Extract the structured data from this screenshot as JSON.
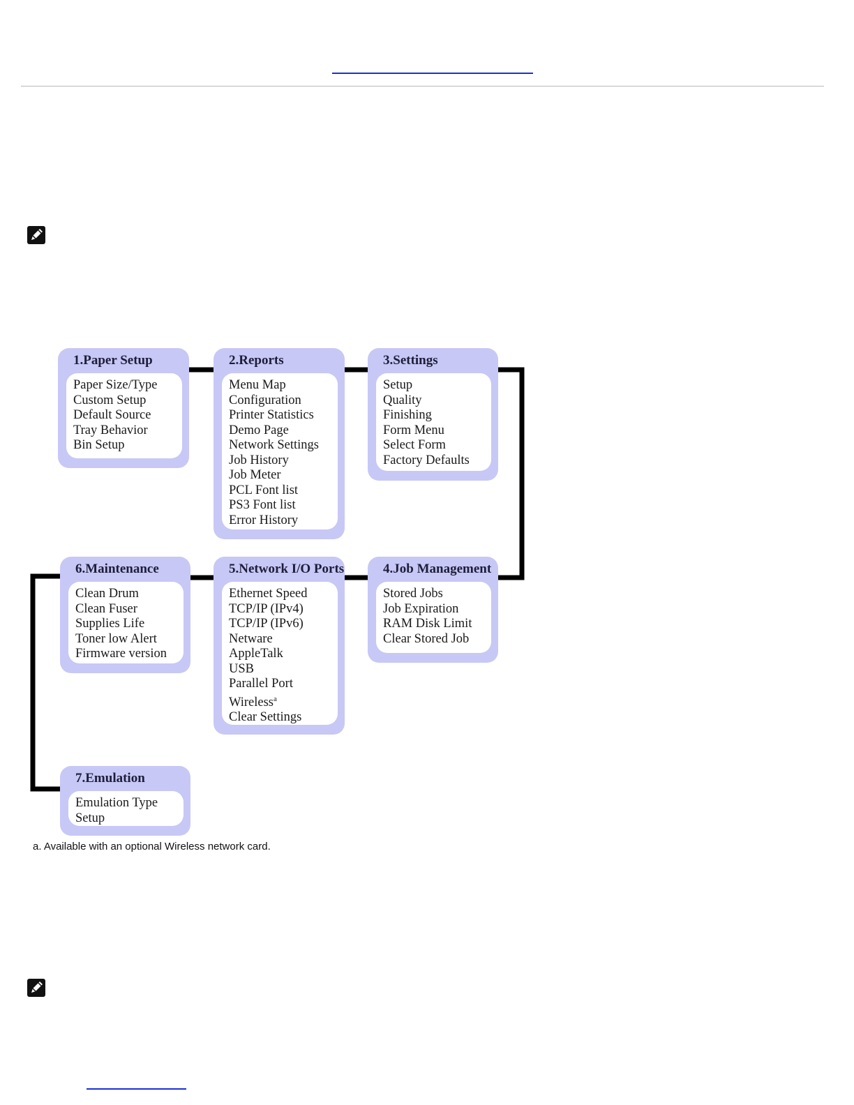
{
  "menus": [
    {
      "title": "1.Paper Setup",
      "items": [
        "Paper Size/Type",
        "Custom Setup",
        "Default Source",
        "Tray Behavior",
        "Bin Setup"
      ]
    },
    {
      "title": "2.Reports",
      "items": [
        "Menu Map",
        "Configuration",
        "Printer Statistics",
        "Demo Page",
        "Network Settings",
        "Job History",
        "Job Meter",
        "PCL Font list",
        "PS3 Font list",
        "Error History"
      ]
    },
    {
      "title": "3.Settings",
      "items": [
        "Setup",
        "Quality",
        "Finishing",
        "Form Menu",
        "Select Form",
        "Factory Defaults"
      ]
    },
    {
      "title": "4.Job Management",
      "items": [
        "Stored Jobs",
        "Job Expiration",
        "RAM Disk Limit",
        "Clear Stored Job"
      ]
    },
    {
      "title": "5.Network I/O Ports",
      "items": [
        "Ethernet Speed",
        "TCP/IP (IPv4)",
        "TCP/IP (IPv6)",
        "Netware",
        "AppleTalk",
        "USB",
        "Parallel Port",
        "Wireless",
        "Clear Settings"
      ],
      "footnote_marker": "a"
    },
    {
      "title": "6.Maintenance",
      "items": [
        "Clean Drum",
        "Clean Fuser",
        "Supplies Life",
        "Toner low Alert",
        "Firmware version"
      ]
    },
    {
      "title": "7.Emulation",
      "items": [
        "Emulation Type",
        "Setup"
      ]
    }
  ],
  "footnote": "a. Available with an optional Wireless network card.",
  "icons": {
    "note": "note-pencil-icon"
  },
  "colors": {
    "box_fill": "#c7c8f5",
    "connector": "#000000",
    "link": "#1a2fd6"
  }
}
